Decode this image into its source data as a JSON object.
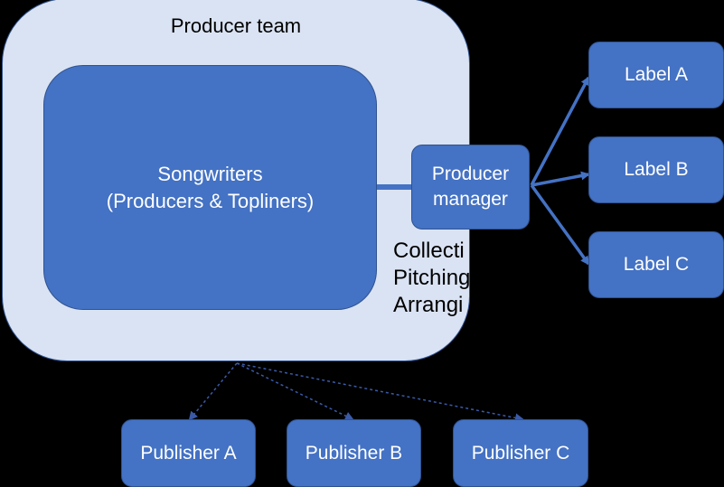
{
  "producer_team": {
    "title": "Producer team"
  },
  "songwriters": {
    "line1": "Songwriters",
    "line2": "(Producers & Topliners)"
  },
  "manager": {
    "line1": "Producer",
    "line2": "manager"
  },
  "notes": {
    "line1": "Collecti",
    "line2": "Pitching",
    "line3": "Arrangi"
  },
  "labels": [
    "Label A",
    "Label B",
    "Label C"
  ],
  "publishers": [
    "Publisher A",
    "Publisher B",
    "Publisher C"
  ],
  "colors": {
    "background": "#000000",
    "team_fill": "#dae3f3",
    "box_fill": "#4472c4",
    "box_border": "#2f528f",
    "arrow_solid": "#4472c4",
    "arrow_dashed": "#2f3f8f"
  }
}
